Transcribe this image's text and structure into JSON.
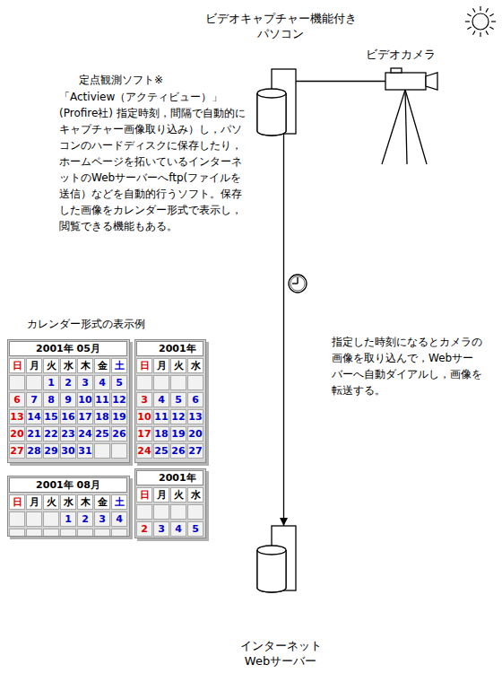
{
  "diagram": {
    "nodes": [
      {
        "text": [
          "ビデオキャプチャー機能付き パソコン"
        ]
      },
      {
        "text": [
          "ビデオカメラ"
        ]
      },
      {
        "text": [
          "インターネット Webサーバー"
        ]
      }
    ],
    "edges": [
      {
        "from": 0,
        "to": 1,
        "arrow": "none"
      },
      {
        "from": 0,
        "to": 2,
        "arrow": "to"
      }
    ],
    "labels": [
      "定点観測ソフト※",
      "「Actiview（アクティビュー）」(Profire社) 指定時刻，間隔で自動的にキャプチャー画像取り込み）し，パソコンのハードディスクに保存したり，ホームページを拓いているインターネットのWebサーバーへftp(ファイルを送信）などを自動的行うソフト。保存した画像をカレンダー形式で表示し，閲覧できる機能もある。",
      "指定した時刻になるとカメラの画像を取り込んで，Webサーバーへ自動ダイアルし，画像を転送する。",
      "カレンダー形式の表示例",
      "2001年 05月",
      "日",
      "月",
      "火",
      "水",
      "木",
      "金",
      "土",
      "1",
      "2",
      "3",
      "4",
      "5",
      "6",
      "7",
      "8",
      "9",
      "10",
      "11",
      "12",
      "13",
      "14",
      "15",
      "16",
      "17",
      "18",
      "19",
      "20",
      "21",
      "22",
      "23",
      "24",
      "25",
      "26",
      "27",
      "28",
      "29",
      "30",
      "31",
      "2001年",
      "日",
      "月",
      "火",
      "水",
      "3",
      "4",
      "5",
      "6",
      "10",
      "11",
      "12",
      "13",
      "17",
      "18",
      "19",
      "20",
      "24",
      "25",
      "26",
      "27",
      "2001年 08月",
      "日",
      "月",
      "火",
      "水",
      "木",
      "金",
      "土",
      "1",
      "2",
      "3",
      "4",
      "2001年",
      "日",
      "月",
      "火",
      "水",
      "2",
      "3",
      "4",
      "5"
    ]
  }
}
